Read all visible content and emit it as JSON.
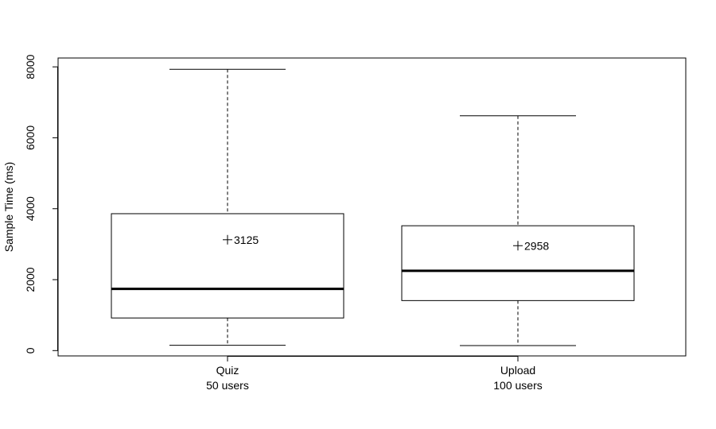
{
  "chart_data": {
    "type": "box",
    "ylabel": "Sample Time (ms)",
    "ylim": [
      -150,
      8250
    ],
    "yticks": [
      0,
      2000,
      4000,
      6000,
      8000
    ],
    "grid": false,
    "categories": [
      {
        "line1": "Quiz",
        "line2": "50 users"
      },
      {
        "line1": "Upload",
        "line2": "100 users"
      }
    ],
    "boxes": [
      {
        "min": 150,
        "q1": 920,
        "median": 1740,
        "q3": 3860,
        "max": 7930,
        "mean": 3125,
        "mean_label": "3125"
      },
      {
        "min": 140,
        "q1": 1410,
        "median": 2250,
        "q3": 3520,
        "max": 6620,
        "mean": 2958,
        "mean_label": "2958"
      }
    ]
  }
}
